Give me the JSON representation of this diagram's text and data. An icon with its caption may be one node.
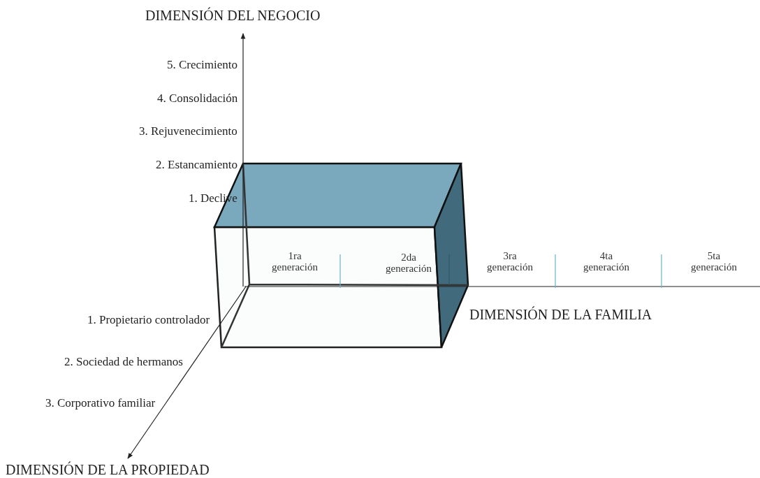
{
  "diagram": {
    "labels": [
      "DIMENSIÓN DEL NEGOCIO",
      "5. Crecimiento",
      "4. Consolidación",
      "3. Rejuvenecimiento",
      "2. Estancamiento",
      "1. Declive",
      "1ra generación",
      "2da generación",
      "3ra generación",
      "4ta generación",
      "5ta generación",
      "1. Propietario controlador",
      "DIMENSIÓN DE LA FAMILIA",
      "2. Sociedad de hermanos",
      "3. Corporativo familiar",
      "DIMENSIÓN DE LA PROPIEDAD"
    ]
  }
}
